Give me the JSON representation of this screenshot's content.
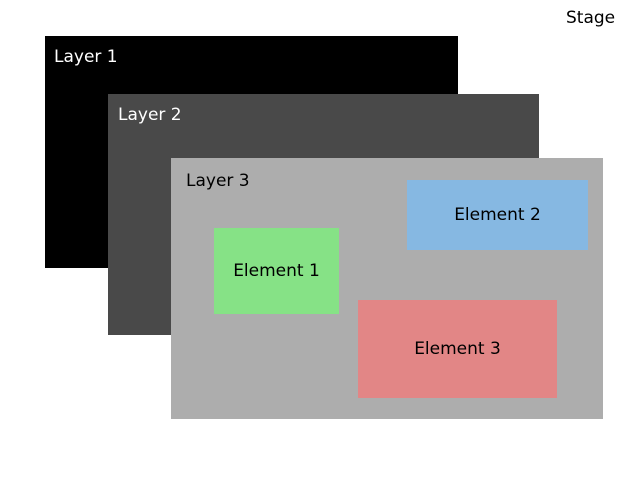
{
  "stage": {
    "label": "Stage"
  },
  "layers": [
    {
      "label": "Layer 1",
      "color": "#000000",
      "text_color": "#ffffff"
    },
    {
      "label": "Layer 2",
      "color": "#494949",
      "text_color": "#ffffff"
    },
    {
      "label": "Layer 3",
      "color": "#adadad",
      "text_color": "#000000"
    }
  ],
  "elements": [
    {
      "label": "Element 1",
      "color": "#86e286"
    },
    {
      "label": "Element 2",
      "color": "#86b8e2"
    },
    {
      "label": "Element 3",
      "color": "#e28686"
    }
  ]
}
